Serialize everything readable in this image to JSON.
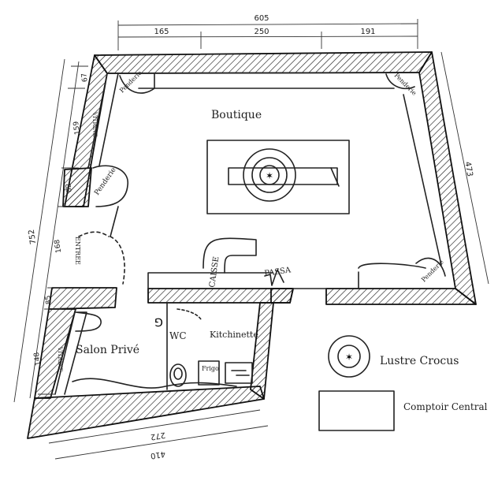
{
  "rooms": {
    "boutique": "Boutique",
    "salon_prive": "Salon Privé",
    "wc": "WC",
    "kitchinette": "Kitchinette",
    "caisse": "CAISSE",
    "frigo": "Frigo",
    "vitrine_top": "VITRINE",
    "vitrine_bottom": "VITRINE",
    "entree": "ENTREE",
    "penderie": "Penderie"
  },
  "dimensions": {
    "top_total": "605",
    "top_a": "165",
    "top_b": "250",
    "top_c": "191",
    "right": "473",
    "left_total": "752",
    "left_a": "67",
    "left_b": "159",
    "left_c": "82",
    "left_d": "168",
    "left_e": "85",
    "left_f": "148",
    "bottom_a": "272",
    "bottom_b": "410"
  },
  "legend": {
    "luster": "Lustre Crocus",
    "table": "Comptoir Central"
  },
  "icons": [
    "lustre-icon",
    "wc-bowl-icon",
    "sink-icon"
  ]
}
